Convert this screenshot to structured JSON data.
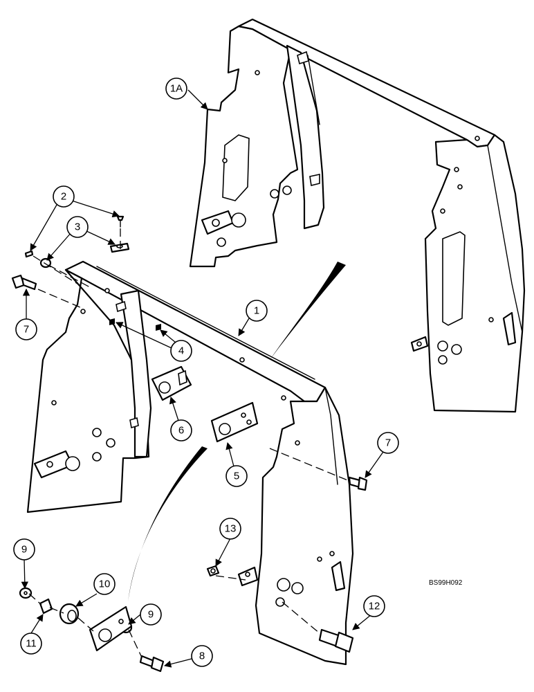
{
  "drawing_ref": "BS99H092",
  "callouts": {
    "c1a": "1A",
    "c1": "1",
    "c2": "2",
    "c3": "3",
    "c4": "4",
    "c5": "5",
    "c6": "6",
    "c7a": "7",
    "c7b": "7",
    "c8": "8",
    "c9a": "9",
    "c9b": "9",
    "c10": "10",
    "c11": "11",
    "c12": "12",
    "c13": "13"
  },
  "colors": {
    "ink": "#000000",
    "paper": "#ffffff"
  }
}
